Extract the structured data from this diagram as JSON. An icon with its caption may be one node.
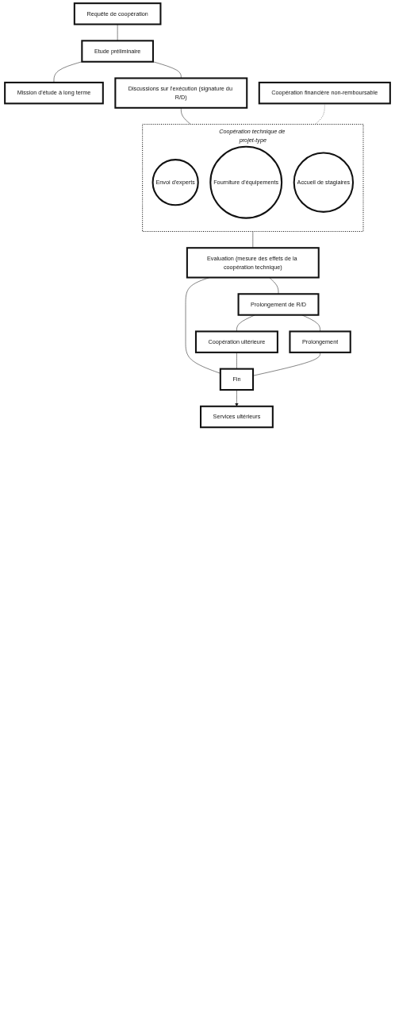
{
  "diagram": {
    "nodes": [
      {
        "text": [
          "Requête de coopération"
        ]
      },
      {
        "text": [
          "Etude préliminaire"
        ]
      },
      {
        "text": [
          "Mission d'étude à long terme"
        ]
      },
      {
        "text": [
          "Discussions sur l'exécution (signature du R/D)"
        ]
      },
      {
        "text": [
          "Coopération financière non-remboursable"
        ]
      },
      {
        "text": [
          "Coopération technique de projet-type"
        ]
      },
      {
        "text": [
          "Envoi d'experts"
        ],
        "in": 5
      },
      {
        "text": [
          "Fourniture d'équipements"
        ],
        "in": 5
      },
      {
        "text": [
          "Accueil de stagiaires"
        ],
        "in": 5
      },
      {
        "text": [
          "Evaluation (mesure des effets de la coopération technique)"
        ]
      },
      {
        "text": [
          "Prolongement de R/D"
        ]
      },
      {
        "text": [
          "Coopération ultérieure"
        ]
      },
      {
        "text": [
          "Prolongement"
        ]
      },
      {
        "text": [
          "Fin"
        ]
      },
      {
        "text": [
          "Services ultérieurs"
        ]
      }
    ],
    "edges": [
      {
        "from": 0,
        "to": 1,
        "arrow": "none"
      },
      {
        "from": 1,
        "to": 2,
        "arrow": "none"
      },
      {
        "from": 1,
        "to": 3,
        "arrow": "none"
      },
      {
        "from": 3,
        "to": 5,
        "arrow": "none"
      },
      {
        "from": 4,
        "to": 5,
        "arrow": "none",
        "style": "dashed"
      },
      {
        "from": 5,
        "to": 9,
        "arrow": "none"
      },
      {
        "from": 9,
        "to": 13,
        "arrow": "none"
      },
      {
        "from": 9,
        "to": 10,
        "arrow": "none"
      },
      {
        "from": 10,
        "to": 11,
        "arrow": "none"
      },
      {
        "from": 10,
        "to": 12,
        "arrow": "none"
      },
      {
        "from": 11,
        "to": 13,
        "arrow": "none"
      },
      {
        "from": 12,
        "to": 13,
        "arrow": "none"
      },
      {
        "from": 13,
        "to": 14,
        "arrow": "to"
      }
    ]
  }
}
